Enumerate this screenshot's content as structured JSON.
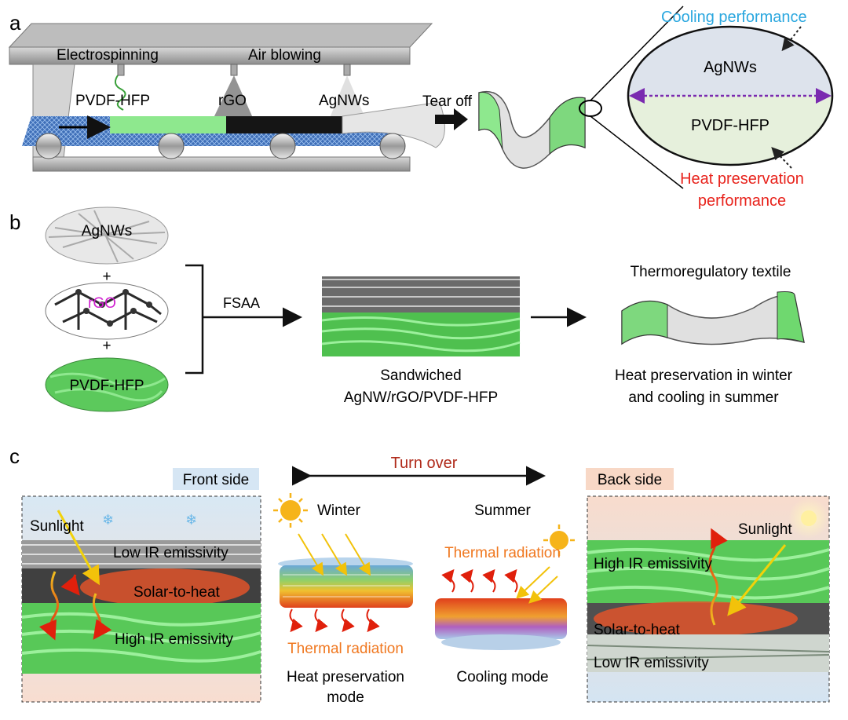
{
  "panel_a": {
    "letter": "a",
    "electrospinning": "Electrospinning",
    "air_blowing": "Air blowing",
    "layer_pvdf": "PVDF-HFP",
    "layer_rgo": "rGO",
    "layer_agnws": "AgNWs",
    "tear_off": "Tear off",
    "cooling_perf": "Cooling performance",
    "oval_top": "AgNWs",
    "oval_bottom": "PVDF-HFP",
    "heat_pres_line1": "Heat preservation",
    "heat_pres_line2": "performance"
  },
  "panel_b": {
    "letter": "b",
    "agnws": "AgNWs",
    "rgo": "rGO",
    "pvdf": "PVDF-HFP",
    "plus": "+",
    "fsaa": "FSAA",
    "sandwich_line1": "Sandwiched",
    "sandwich_line2": "AgNW/rGO/PVDF-HFP",
    "textile_title": "Thermoregulatory textile",
    "textile_desc_line1": "Heat preservation in winter",
    "textile_desc_line2": "and cooling in summer"
  },
  "panel_c": {
    "letter": "c",
    "turn_over": "Turn over",
    "front_side": "Front side",
    "back_side": "Back side",
    "front_sunlight": "Sunlight",
    "front_low_ir": "Low IR emissivity",
    "front_solar": "Solar-to-heat",
    "front_high_ir": "High IR emissivity",
    "winter": "Winter",
    "summer": "Summer",
    "winter_thermal": "Thermal radiation",
    "summer_thermal": "Thermal radiation",
    "winter_mode_line1": "Heat preservation",
    "winter_mode_line2": "mode",
    "summer_mode": "Cooling mode",
    "back_sunlight": "Sunlight",
    "back_high_ir": "High IR emissivity",
    "back_solar": "Solar-to-heat",
    "back_low_ir": "Low IR emissivity"
  },
  "colors": {
    "cooling": "#2aa7df",
    "heat": "#e8231c",
    "thermal": "#f07820",
    "turn_over": "#b02a1a",
    "green": "#6fd86f",
    "silver": "#c9c9c9"
  }
}
